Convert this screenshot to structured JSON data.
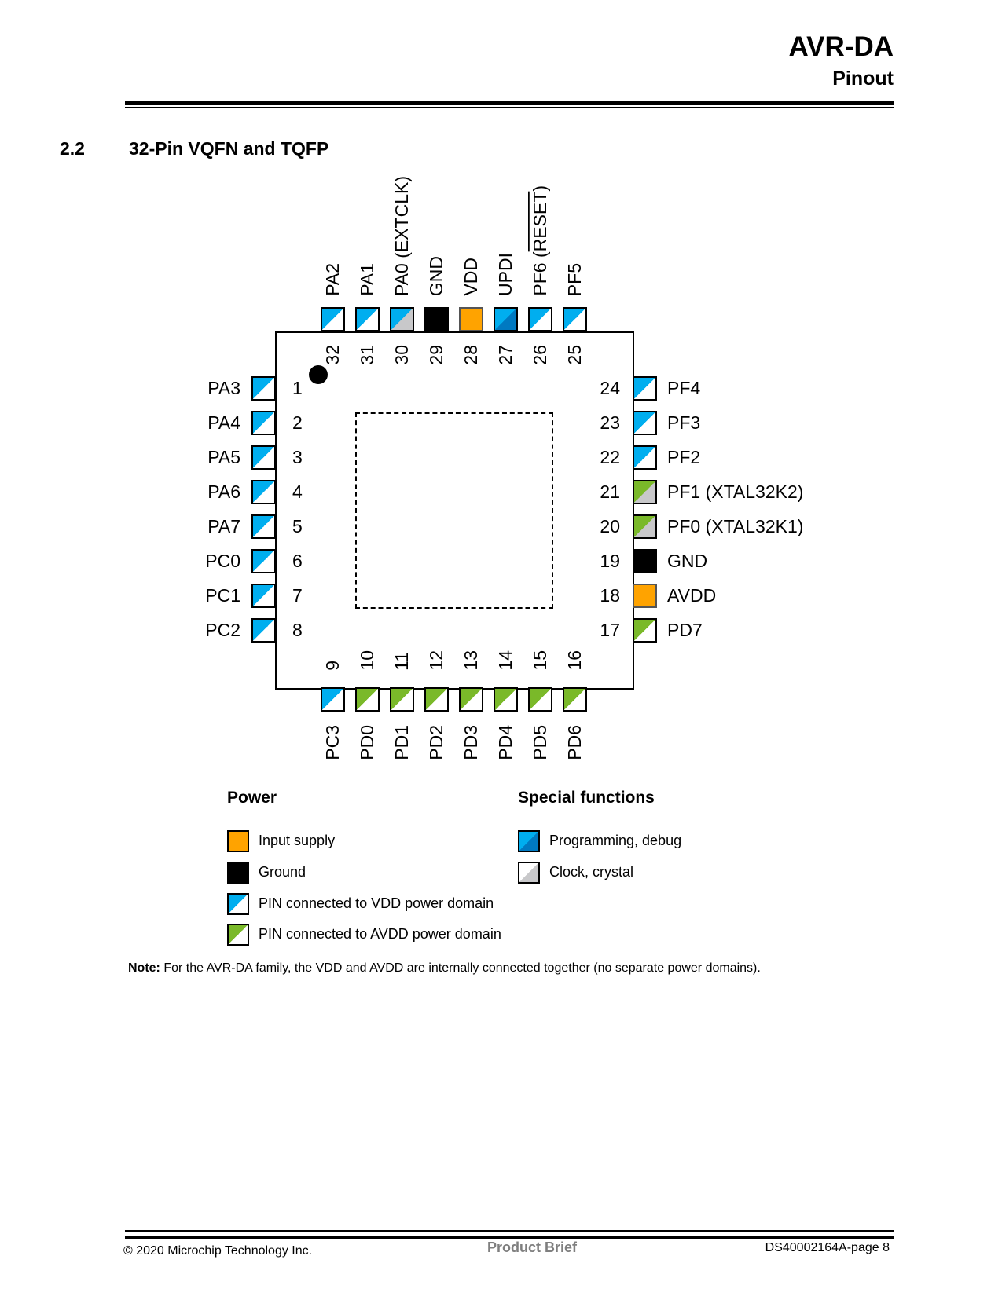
{
  "header": {
    "title": "AVR-DA",
    "subtitle": "Pinout"
  },
  "section": {
    "number": "2.2",
    "title": "32-Pin VQFN and TQFP"
  },
  "colors": {
    "vdd": "#00AEEF",
    "avdd": "#7AB929",
    "supply": "#FFA300",
    "ground": "#000000",
    "prog": "#0079C1",
    "clock": "#C8C8CA"
  },
  "pins": [
    {
      "n": "1",
      "label": "PA3",
      "side": "left",
      "type": "vdd"
    },
    {
      "n": "2",
      "label": "PA4",
      "side": "left",
      "type": "vdd"
    },
    {
      "n": "3",
      "label": "PA5",
      "side": "left",
      "type": "vdd"
    },
    {
      "n": "4",
      "label": "PA6",
      "side": "left",
      "type": "vdd"
    },
    {
      "n": "5",
      "label": "PA7",
      "side": "left",
      "type": "vdd"
    },
    {
      "n": "6",
      "label": "PC0",
      "side": "left",
      "type": "vdd"
    },
    {
      "n": "7",
      "label": "PC1",
      "side": "left",
      "type": "vdd"
    },
    {
      "n": "8",
      "label": "PC2",
      "side": "left",
      "type": "vdd"
    },
    {
      "n": "9",
      "label": "PC3",
      "side": "bottom",
      "type": "vdd"
    },
    {
      "n": "10",
      "label": "PD0",
      "side": "bottom",
      "type": "avdd"
    },
    {
      "n": "11",
      "label": "PD1",
      "side": "bottom",
      "type": "avdd"
    },
    {
      "n": "12",
      "label": "PD2",
      "side": "bottom",
      "type": "avdd"
    },
    {
      "n": "13",
      "label": "PD3",
      "side": "bottom",
      "type": "avdd"
    },
    {
      "n": "14",
      "label": "PD4",
      "side": "bottom",
      "type": "avdd"
    },
    {
      "n": "15",
      "label": "PD5",
      "side": "bottom",
      "type": "avdd"
    },
    {
      "n": "16",
      "label": "PD6",
      "side": "bottom",
      "type": "avdd"
    },
    {
      "n": "17",
      "label": "PD7",
      "side": "right",
      "type": "avdd"
    },
    {
      "n": "18",
      "label": "AVDD",
      "side": "right",
      "type": "supply"
    },
    {
      "n": "19",
      "label": "GND",
      "side": "right",
      "type": "ground"
    },
    {
      "n": "20",
      "label": "PF0 (XTAL32K1)",
      "side": "right",
      "type": "avdd-clock"
    },
    {
      "n": "21",
      "label": "PF1 (XTAL32K2)",
      "side": "right",
      "type": "avdd-clock"
    },
    {
      "n": "22",
      "label": "PF2",
      "side": "right",
      "type": "vdd"
    },
    {
      "n": "23",
      "label": "PF3",
      "side": "right",
      "type": "vdd"
    },
    {
      "n": "24",
      "label": "PF4",
      "side": "right",
      "type": "vdd"
    },
    {
      "n": "25",
      "label": "PF5",
      "side": "top",
      "type": "vdd"
    },
    {
      "n": "26",
      "label": "PF6 (",
      "label_overline": "RESET",
      "label_suffix": ")",
      "side": "top",
      "type": "vdd"
    },
    {
      "n": "27",
      "label": "UPDI",
      "side": "top",
      "type": "vdd-prog"
    },
    {
      "n": "28",
      "label": "VDD",
      "side": "top",
      "type": "supply"
    },
    {
      "n": "29",
      "label": "GND",
      "side": "top",
      "type": "ground"
    },
    {
      "n": "30",
      "label": "PA0 (EXTCLK)",
      "side": "top",
      "type": "vdd-clock"
    },
    {
      "n": "31",
      "label": "PA1",
      "side": "top",
      "type": "vdd"
    },
    {
      "n": "32",
      "label": "PA2",
      "side": "top",
      "type": "vdd"
    }
  ],
  "legend": {
    "power_title": "Power",
    "special_title": "Special functions",
    "power": [
      {
        "label": "Input supply",
        "type": "supply"
      },
      {
        "label": "Ground",
        "type": "ground"
      },
      {
        "label": "PIN connected to VDD power domain",
        "type": "vdd"
      },
      {
        "label": "PIN connected to AVDD power domain",
        "type": "avdd"
      }
    ],
    "special": [
      {
        "label": "Programming, debug",
        "type": "vdd-prog"
      },
      {
        "label": "Clock, crystal",
        "type": "white-clock"
      }
    ]
  },
  "note": {
    "label": "Note:",
    "text": " For the AVR-DA family, the VDD and AVDD are internally connected together (no separate power domains)."
  },
  "footer": {
    "left": "© 2020 Microchip Technology Inc.",
    "center": "Product Brief",
    "right": "DS40002164A-page 8"
  }
}
